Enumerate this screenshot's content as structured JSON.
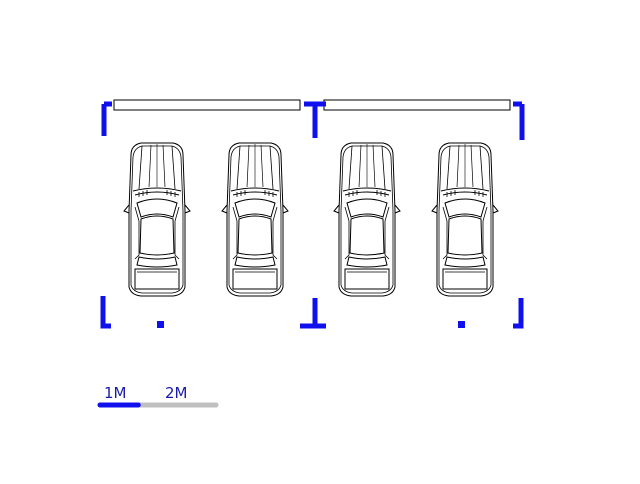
{
  "colors": {
    "wall": "#1010ee",
    "scale_filled": "#1010ee",
    "scale_track": "#c0c0c0",
    "scale_text": "#1a1aaa",
    "line": "#000000",
    "background": "#ffffff"
  },
  "garage": {
    "bays": 2,
    "cars_per_bay": 2,
    "car_icon": "car-top-view-icon",
    "door_icon": "overhead-door-icon"
  },
  "scale": {
    "label_1": "1M",
    "label_2": "2M",
    "filled_fraction": 0.33
  }
}
